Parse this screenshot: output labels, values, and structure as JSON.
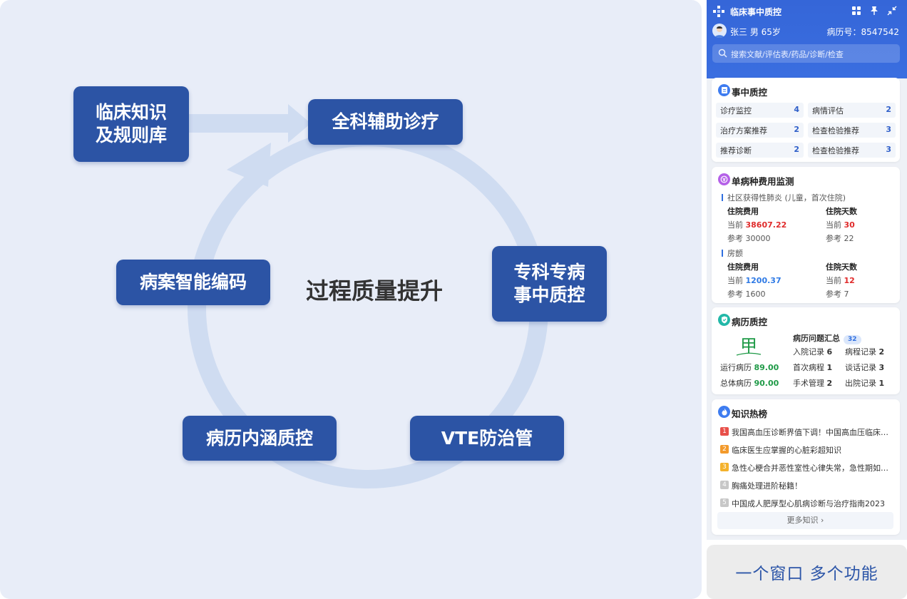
{
  "diagram": {
    "center_title": "过程质量提升",
    "nodes": {
      "knowledge": "临床知识\n及规则库",
      "general": "全科辅助诊疗",
      "specialty": "专科专病\n事中质控",
      "vte": "VTE防治管",
      "record_qc": "病历内涵质控",
      "coding": "病案智能编码"
    }
  },
  "panel": {
    "app_title": "临床事中质控",
    "patient": {
      "name_info": "张三  男  65岁",
      "record_no": "病历号：8547542"
    },
    "search_placeholder": "搜索文献/评估表/药品/诊断/检查",
    "qc_card": {
      "title": "事中质控",
      "items": [
        {
          "label": "诊疗监控",
          "count": "4"
        },
        {
          "label": "病情评估",
          "count": "2"
        },
        {
          "label": "治疗方案推荐",
          "count": "2"
        },
        {
          "label": "检查检验推荐",
          "count": "3"
        },
        {
          "label": "推荐诊断",
          "count": "2"
        },
        {
          "label": "检查检验推荐",
          "count": "3"
        }
      ]
    },
    "fee_card": {
      "title": "单病种费用监测",
      "diseases": [
        {
          "name": "社区获得性肺炎 (儿童，首次住院)",
          "fee_label": "住院费用",
          "days_label": "住院天数",
          "current_label": "当前",
          "ref_label": "参考",
          "fee_current": "38607.22",
          "fee_ref": "30000",
          "days_current": "30",
          "days_ref": "22"
        },
        {
          "name": "房颤",
          "fee_label": "住院费用",
          "days_label": "住院天数",
          "current_label": "当前",
          "ref_label": "参考",
          "fee_current": "1200.37",
          "fee_ref": "1600",
          "days_current": "12",
          "days_ref": "7"
        }
      ]
    },
    "mr_card": {
      "title": "病历质控",
      "grade": "甲",
      "running_label": "运行病历",
      "running_score": "89.00",
      "total_label": "总体病历",
      "total_score": "90.00",
      "issues_title": "病历问题汇总",
      "issues_count": "32",
      "issues": [
        {
          "label": "入院记录",
          "count": "6"
        },
        {
          "label": "病程记录",
          "count": "2"
        },
        {
          "label": "首次病程",
          "count": "1"
        },
        {
          "label": "谈话记录",
          "count": "3"
        },
        {
          "label": "手术管理",
          "count": "2"
        },
        {
          "label": "出院记录",
          "count": "1"
        }
      ]
    },
    "knowledge_card": {
      "title": "知识热榜",
      "items": [
        {
          "rank": "1",
          "text": "我国高血压诊断界值下调！中国高血压临床实践指南发布",
          "color": "#e8504a"
        },
        {
          "rank": "2",
          "text": "临床医生应掌握的心脏彩超知识",
          "color": "#f39a2b"
        },
        {
          "rank": "3",
          "text": "急性心梗合并恶性室性心律失常，急性期如何处理？",
          "color": "#f4b22c"
        },
        {
          "rank": "4",
          "text": "胸痛处理进阶秘籍！",
          "color": "#c7c7c7"
        },
        {
          "rank": "5",
          "text": "中国成人肥厚型心肌病诊断与治疗指南2023",
          "color": "#c7c7c7"
        }
      ],
      "more_label": "更多知识"
    }
  },
  "caption": "一个窗口 多个功能",
  "colors": {
    "node": "#2c54a5",
    "accent": "#3566d8",
    "ring": "#cfdcf1"
  }
}
